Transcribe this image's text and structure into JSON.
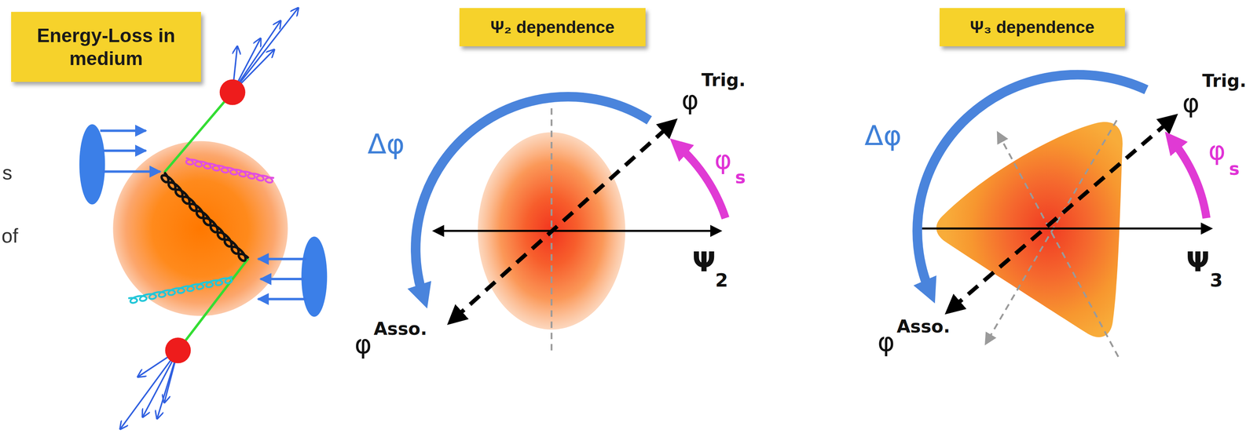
{
  "diagram": {
    "nodes": [
      {
        "text": [
          "Energy-Loss in medium"
        ]
      },
      {
        "text": [
          "Ψ₂ dependence"
        ]
      },
      {
        "text": [
          "Ψ₃ dependence"
        ]
      }
    ],
    "labels": [
      "s",
      "of",
      "Δφ",
      "φ",
      "Trig.",
      "φ",
      "s",
      "Ψ",
      "2",
      "φ",
      "Asso.",
      "Δφ",
      "φ",
      "Trig.",
      "φ",
      "s",
      "Ψ",
      "3",
      "φ",
      "Asso."
    ]
  }
}
